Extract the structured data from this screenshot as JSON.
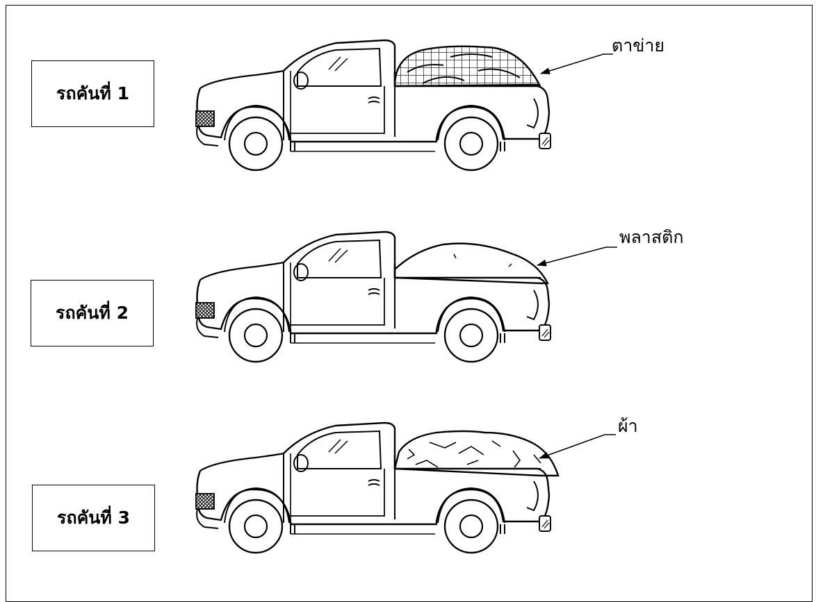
{
  "labels": {
    "truck1": "รถคันที่ 1",
    "truck2": "รถคันที่ 2",
    "truck3": "รถคันที่ 3"
  },
  "callouts": {
    "net": "ตาข่าย",
    "plastic": "พลาสติก",
    "cloth": "ผ้า"
  },
  "colors": {
    "ink": "#000000",
    "paper": "#ffffff"
  }
}
